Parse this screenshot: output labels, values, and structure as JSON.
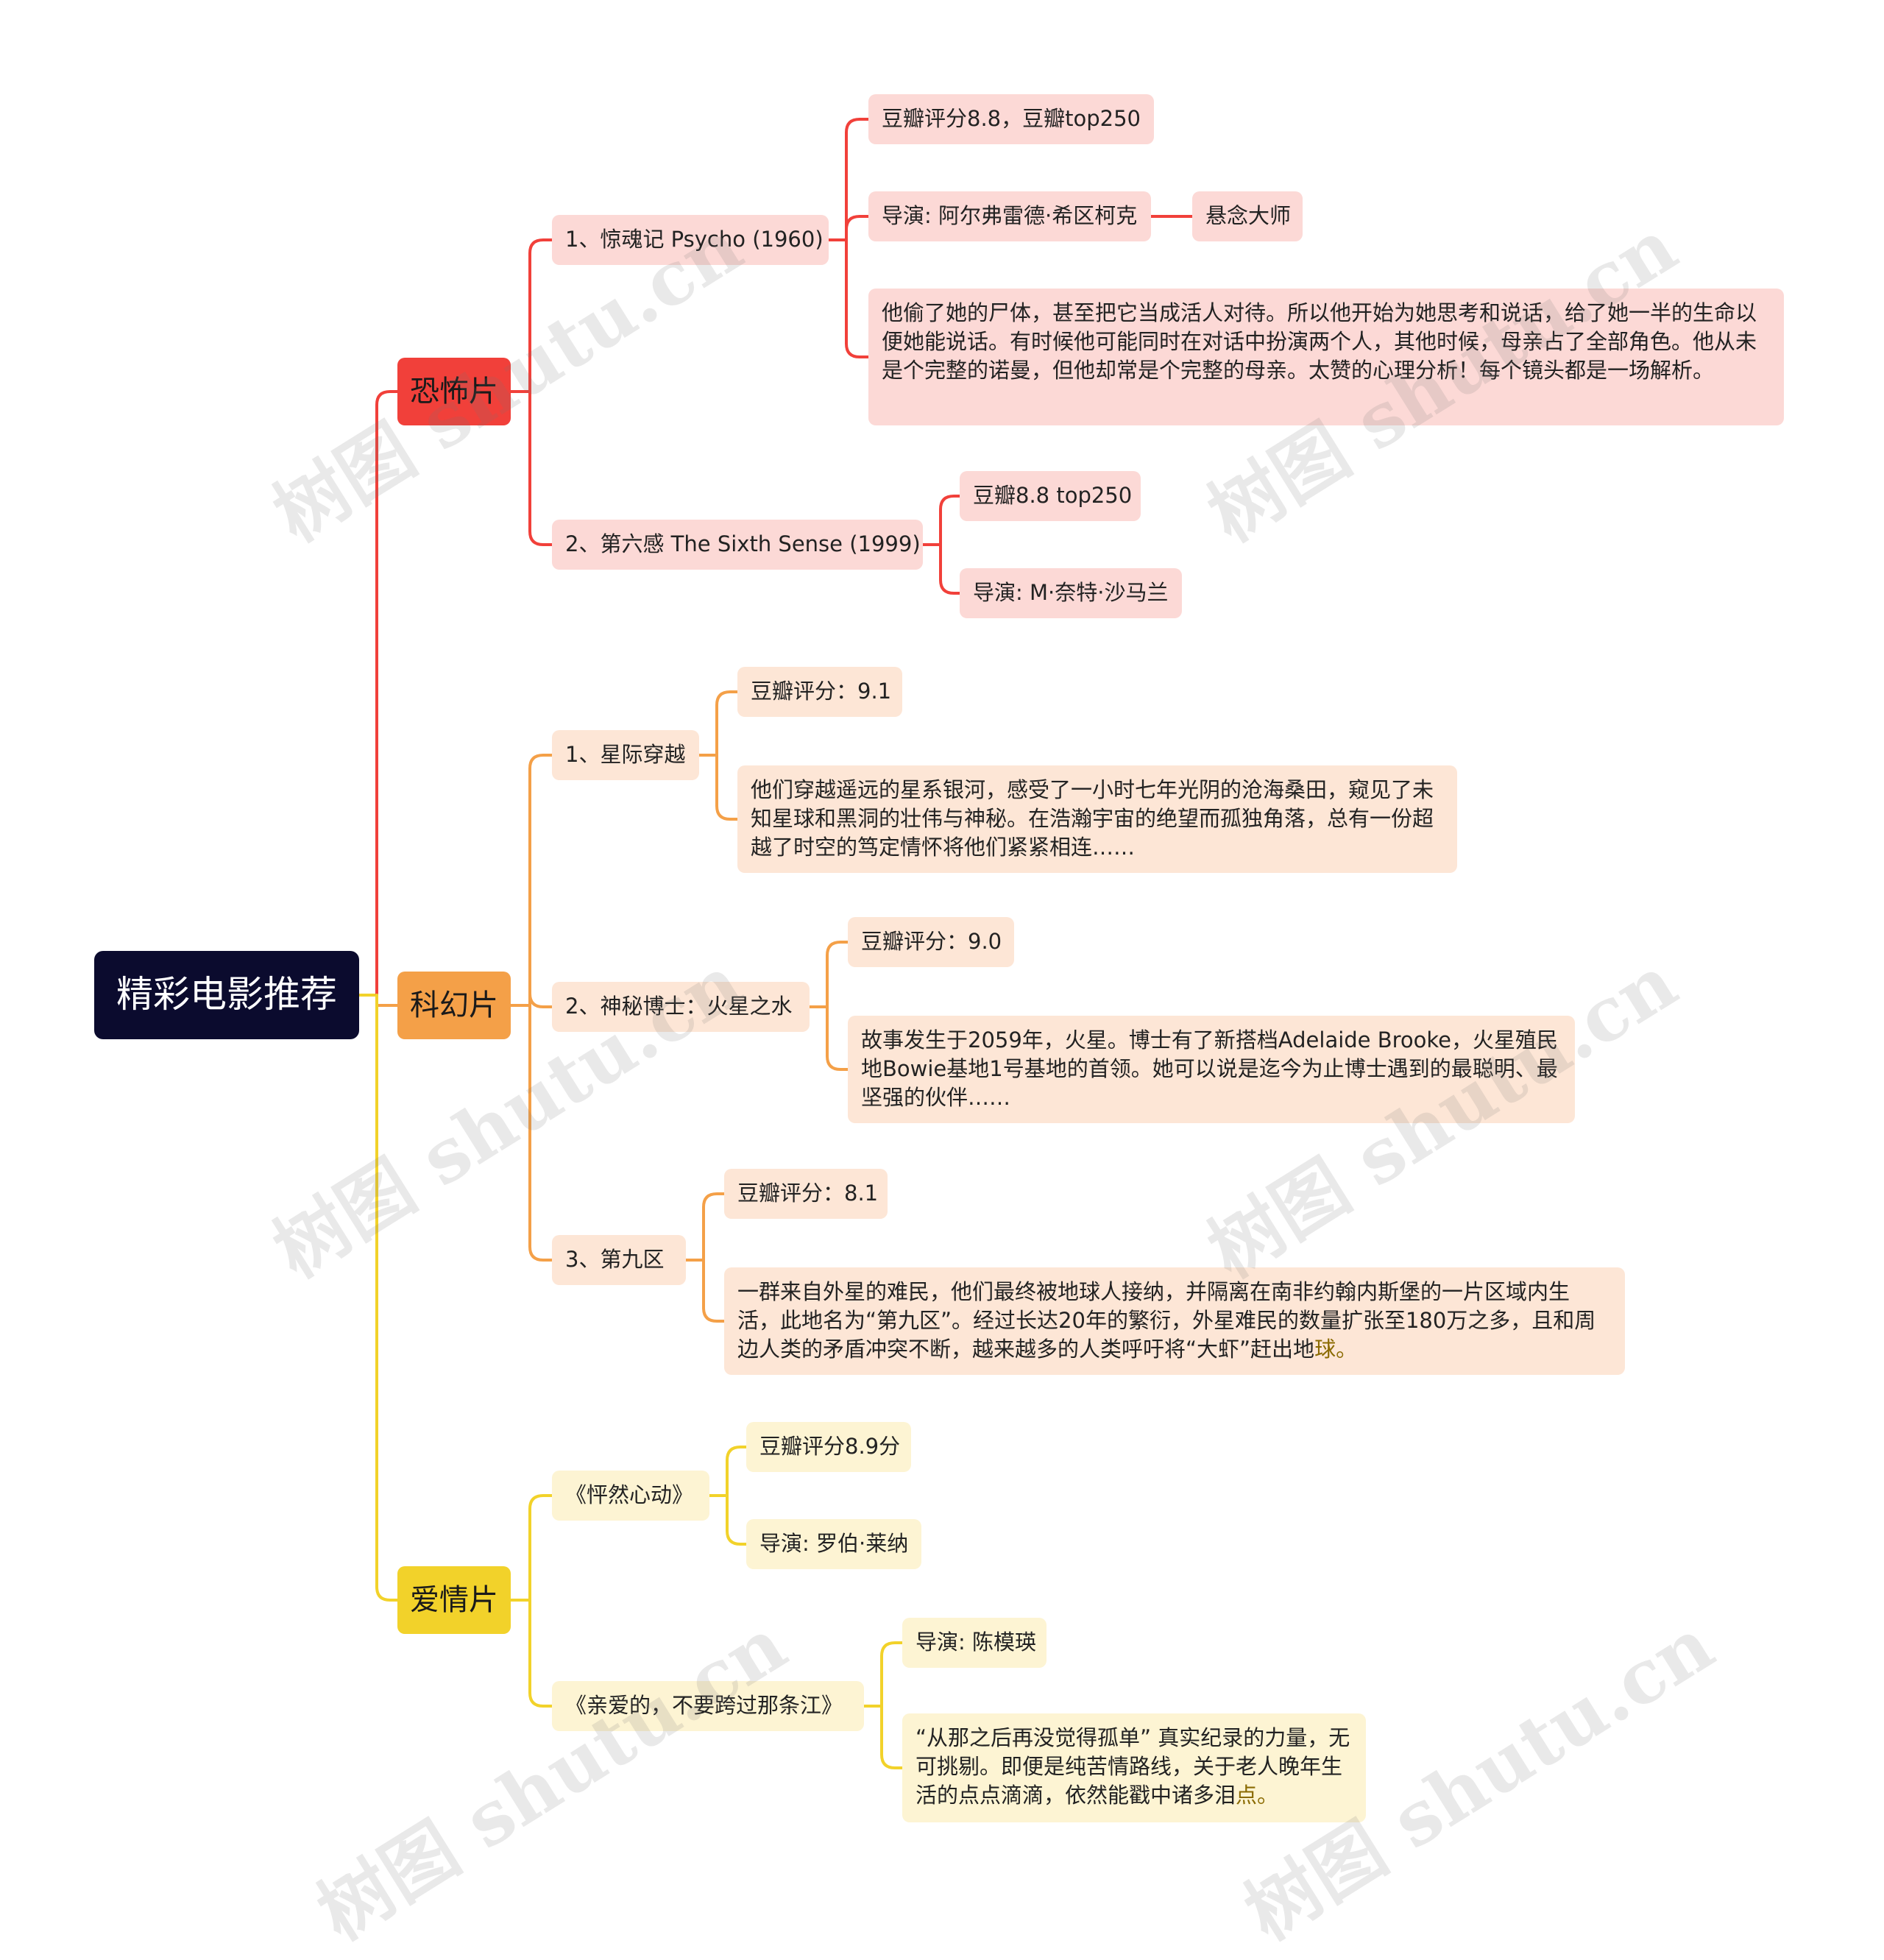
{
  "root": {
    "label": "精彩电影推荐"
  },
  "colors": {
    "horror": "#f1403a",
    "scifi": "#f4a048",
    "love": "#f2d22a",
    "root": "#0b0b2e"
  },
  "categories": {
    "horror": {
      "label": "恐怖片",
      "movies": [
        {
          "title": "1、惊魂记 Psycho (1960)",
          "rating": "豆瓣评分8.8，豆瓣top250",
          "director": "导演: 阿尔弗雷德·希区柯克",
          "director_note": "悬念大师",
          "desc": "他偷了她的尸体，甚至把它当成活人对待。所以他开始为她思考和说话，给了她一半的生命以便她能说话。有时候他可能同时在对话中扮演两个人，其他时候，母亲占了全部角色。他从未是个完整的诺曼，但他却常是个完整的母亲。太赞的心理分析！每个镜头都是一场解析。"
        },
        {
          "title": "2、第六感 The Sixth Sense (1999)",
          "rating": "豆瓣8.8 top250",
          "director": "导演: M·奈特·沙马兰"
        }
      ]
    },
    "scifi": {
      "label": "科幻片",
      "movies": [
        {
          "title": "1、星际穿越",
          "rating": "豆瓣评分：9.1",
          "desc": "他们穿越遥远的星系银河，感受了一小时七年光阴的沧海桑田，窥见了未知星球和黑洞的壮伟与神秘。在浩瀚宇宙的绝望而孤独角落，总有一份超越了时空的笃定情怀将他们紧紧相连……"
        },
        {
          "title": "2、神秘博士：火星之水",
          "rating": "豆瓣评分：9.0",
          "desc": "故事发生于2059年，火星。博士有了新搭档Adelaide Brooke，火星殖民地Bowie基地1号基地的首领。她可以说是迄今为止博士遇到的最聪明、最坚强的伙伴……"
        },
        {
          "title": "3、第九区",
          "rating": "豆瓣评分：8.1",
          "desc_main": "一群来自外星的难民，他们最终被地球人接纳，并隔离在南非约翰内斯堡的一片区域内生活，此地名为“第九区”。经过长达20年的繁衍，外星难民的数量扩张至180万之多，且和周边人类的矛盾冲突不断，越来越多的人类呼吁将“大虾”赶出地",
          "desc_tail": "球。"
        }
      ]
    },
    "love": {
      "label": "爱情片",
      "movies": [
        {
          "title": "《怦然心动》",
          "rating": "豆瓣评分8.9分",
          "director": "导演: 罗伯·莱纳"
        },
        {
          "title": "《亲爱的，不要跨过那条江》",
          "director": "导演: 陈模瑛",
          "desc_main": "“从那之后再没觉得孤单”  真实纪录的力量，无可挑剔。即便是纯苦情路线，关于老人晚年生活的点点滴滴，依然能戳中诸多泪",
          "desc_tail": "点。"
        }
      ]
    }
  },
  "watermark": "树图 shutu.cn"
}
